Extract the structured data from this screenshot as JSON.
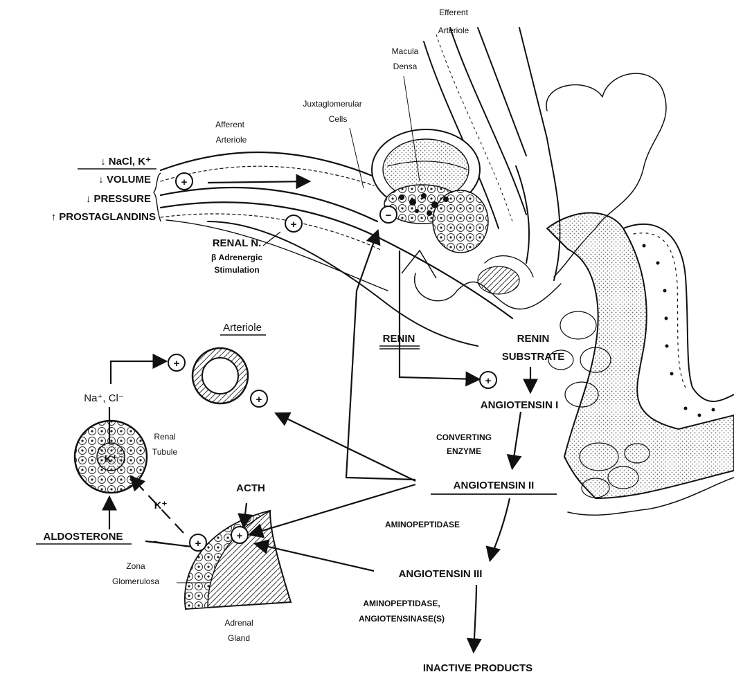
{
  "labels": {
    "efferent_arteriole_1": "Efferent",
    "efferent_arteriole_2": "Arteriole",
    "macula_densa_1": "Macula",
    "macula_densa_2": "Densa",
    "juxtaglomerular_1": "Juxtaglomerular",
    "juxtaglomerular_2": "Cells",
    "afferent_arteriole_1": "Afferent",
    "afferent_arteriole_2": "Arteriole",
    "stimulus_nacl_k": "↓ NaCl, K⁺",
    "stimulus_volume": "↓ VOLUME",
    "stimulus_pressure": "↓ PRESSURE",
    "stimulus_prostaglandins": "↑ PROSTAGLANDINS",
    "renal_n": "RENAL N.",
    "beta_adrenergic": "β Adrenergic",
    "stimulation": "Stimulation",
    "arteriole": "Arteriole",
    "na_cl": "Na⁺, Cl⁻",
    "renal_tubule_1": "Renal",
    "renal_tubule_2": "Tubule",
    "k_plus_inner": "K⁺",
    "k_plus_arrow": "K⁺",
    "acth": "ACTH",
    "aldosterone": "ALDOSTERONE",
    "zona_1": "Zona",
    "zona_2": "Glomerulosa",
    "adrenal_1": "Adrenal",
    "adrenal_2": "Gland",
    "renin": "RENIN",
    "renin_substrate_1": "RENIN",
    "renin_substrate_2": "SUBSTRATE",
    "angiotensin_1": "ANGIOTENSIN I",
    "converting_1": "CONVERTING",
    "converting_2": "ENZYME",
    "angiotensin_2": "ANGIOTENSIN II",
    "aminopeptidase": "AMINOPEPTIDASE",
    "angiotensin_3": "ANGIOTENSIN III",
    "aminopeptidase_2": "AMINOPEPTIDASE,",
    "angiotensinases": "ANGIOTENSINASE(S)",
    "inactive_products": "INACTIVE PRODUCTS"
  },
  "signs": {
    "plus": "+",
    "minus": "−"
  }
}
